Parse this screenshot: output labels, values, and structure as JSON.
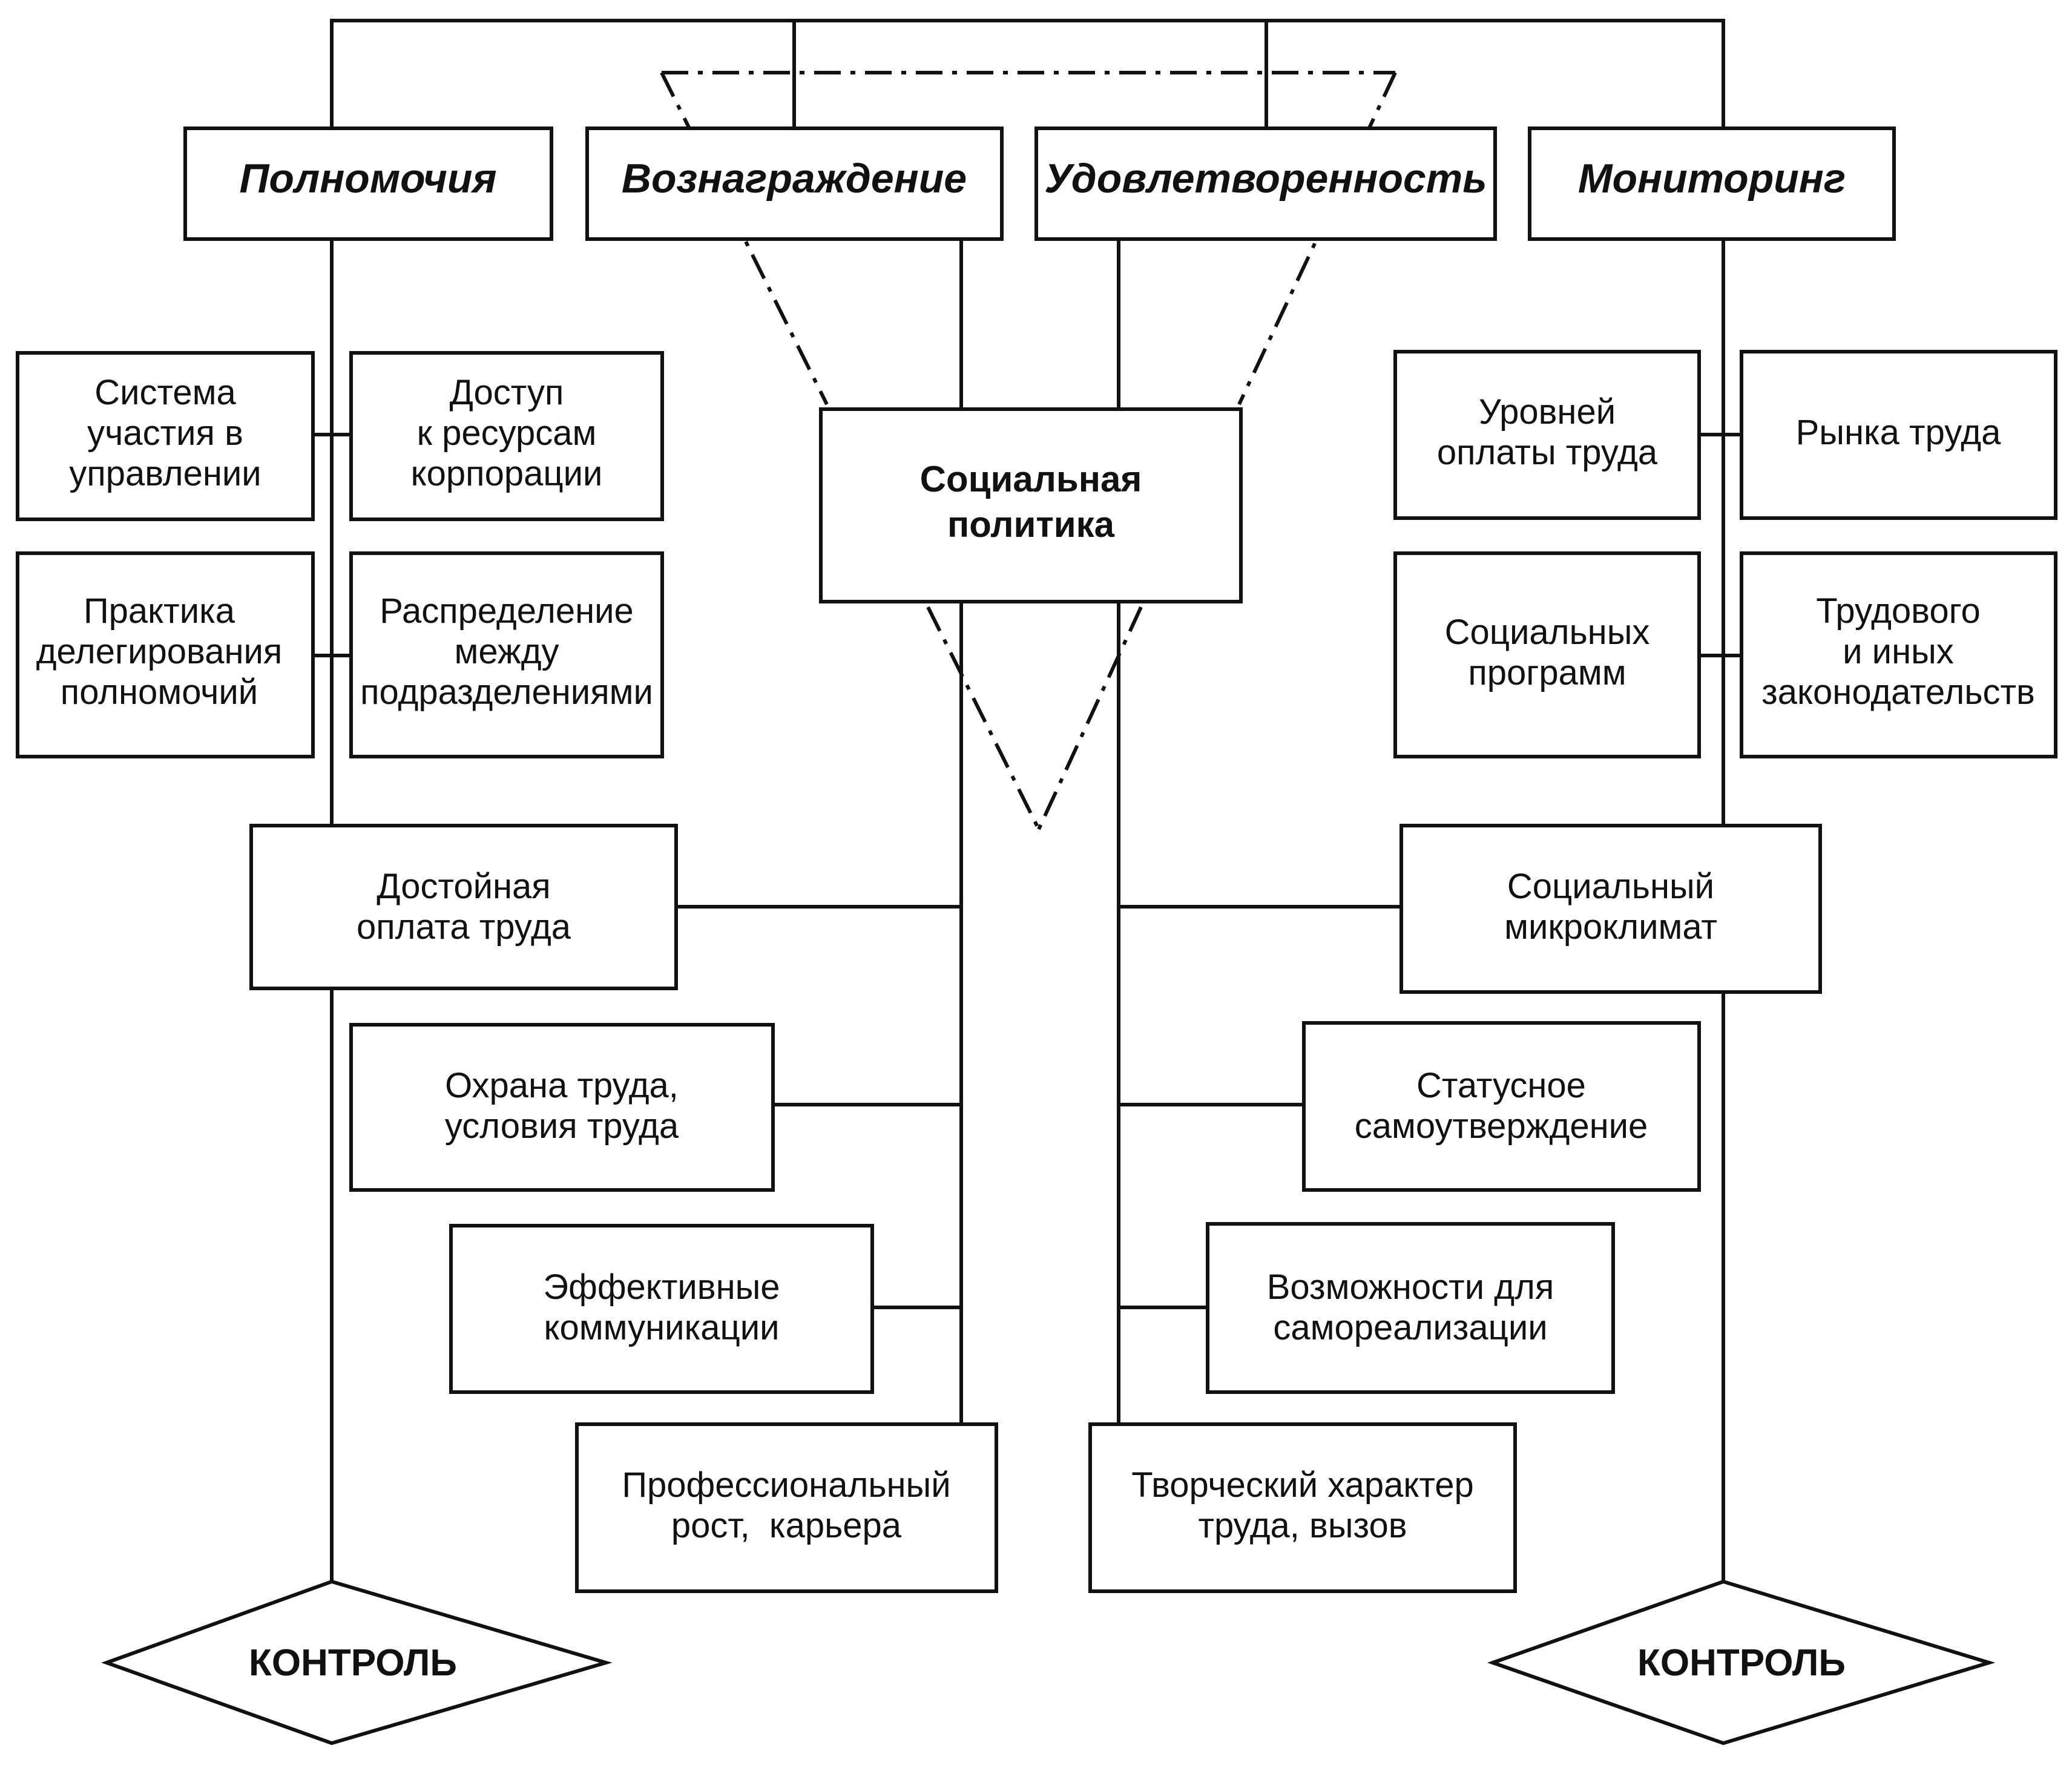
{
  "headers": {
    "authority": "Полномочия",
    "reward": "Вознаграждение",
    "satisfaction": "Удовлетворенность",
    "monitoring": "Мониторинг"
  },
  "center": {
    "lines": [
      "Социальная",
      "политика"
    ]
  },
  "left_boxes": {
    "participation": [
      "Система",
      "участия в",
      "управлении"
    ],
    "access": [
      "Доступ",
      "к ресурсам",
      "корпорации"
    ],
    "delegation": [
      "Практика",
      "делегирования",
      "полномочий"
    ],
    "distribution": [
      "Распределение",
      "между",
      "подразделениями"
    ]
  },
  "right_boxes": {
    "pay_levels": [
      "Уровней",
      "оплаты труда"
    ],
    "labor_market": [
      "Рынка труда"
    ],
    "social_programs": [
      "Социальных",
      "программ"
    ],
    "legislation": [
      "Трудового",
      "и иных",
      "законодательств"
    ]
  },
  "reward_items": {
    "decent_pay": [
      "Достойная",
      "оплата труда"
    ],
    "labor_safety": [
      "Охрана труда,",
      "условия труда"
    ],
    "communications": [
      "Эффективные",
      "коммуникации"
    ],
    "career": [
      "Профессиональный",
      "рост,  карьера"
    ]
  },
  "satisfaction_items": {
    "microclimate": [
      "Социальный",
      "микроклимат"
    ],
    "status": [
      "Статусное",
      "самоутверждение"
    ],
    "self_realization": [
      "Возможности для",
      "самореализации"
    ],
    "creative_work": [
      "Творческий характер",
      "труда, вызов"
    ]
  },
  "control": {
    "left": "КОНТРОЛЬ",
    "right": "КОНТРОЛЬ"
  }
}
